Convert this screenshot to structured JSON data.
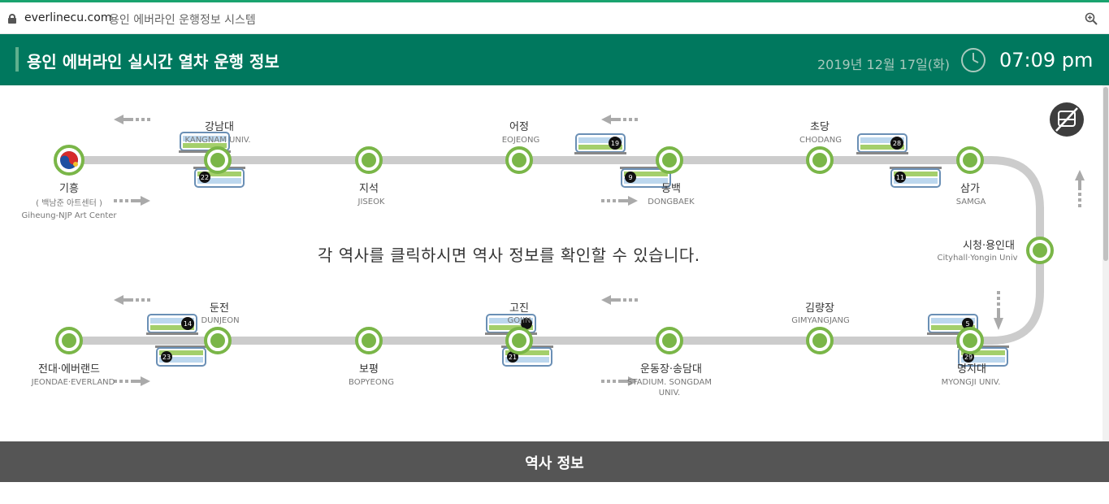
{
  "browser": {
    "domain": "everlinecu.com",
    "tab_title": "용인 에버라인 운행정보 시스템"
  },
  "header": {
    "title": "용인 에버라인 실시간 열차 운행 정보",
    "date": "2019년 12월 17일(화)",
    "time": "07:09 pm"
  },
  "notice": "각 역사를 클릭하시면 역사 정보를 확인할 수 있습니다.",
  "footer": {
    "label": "역사 정보"
  },
  "stations": [
    {
      "id": "giheung",
      "name": "기흥",
      "sub": "( 백남준 아트센터 )",
      "en": "Giheung-NJP Art Center"
    },
    {
      "id": "kangnam",
      "name": "강남대",
      "en": "KANGNAM UNIV."
    },
    {
      "id": "jiseok",
      "name": "지석",
      "en": "JISEOK"
    },
    {
      "id": "eojeong",
      "name": "어정",
      "en": "EOJEONG"
    },
    {
      "id": "dongbaek",
      "name": "동백",
      "en": "DONGBAEK"
    },
    {
      "id": "chodang",
      "name": "초당",
      "en": "CHODANG"
    },
    {
      "id": "samga",
      "name": "삼가",
      "en": "SAMGA"
    },
    {
      "id": "cityhall",
      "name": "시청·용인대",
      "en": "Cityhall·Yongin Univ"
    },
    {
      "id": "myongji",
      "name": "명지대",
      "en": "MYONGJI UNIV."
    },
    {
      "id": "gimyangjang",
      "name": "김량장",
      "en": "GIMYANGJANG"
    },
    {
      "id": "stadium",
      "name": "운동장·송담대",
      "en": "STADIUM. SONGDAM UNIV."
    },
    {
      "id": "gojin",
      "name": "고진",
      "en": "GOJIN"
    },
    {
      "id": "bopyeong",
      "name": "보평",
      "en": "BOPYEONG"
    },
    {
      "id": "dunjeon",
      "name": "둔전",
      "en": "DUNJEON"
    },
    {
      "id": "jeondae",
      "name": "전대·에버랜드",
      "en": "JEONDAE·EVERLAND"
    }
  ],
  "trains": [
    "19",
    "28",
    "9",
    "11",
    "22",
    "14",
    "5",
    "23",
    "21",
    "29"
  ],
  "colors": {
    "header": "#00785e",
    "station_ring": "#7ab648",
    "track": "#cccccc",
    "footer": "#555555"
  },
  "icons": [
    "lock-icon",
    "zoom-icon",
    "clock-icon",
    "bus-off-icon",
    "direction-arrow-icon",
    "train-icon",
    "taeguk-icon"
  ]
}
